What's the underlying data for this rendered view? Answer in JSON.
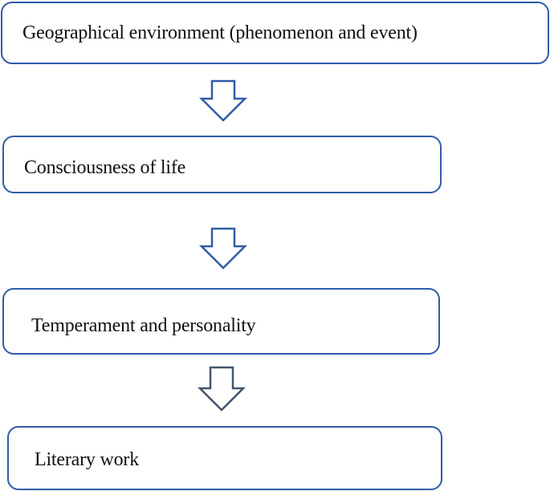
{
  "diagram": {
    "type": "flowchart",
    "direction": "top-to-bottom",
    "colors": {
      "box_border": "#2f5ca8",
      "arrow_blue": "#2f5ca8",
      "arrow_gray": "#44546a",
      "text": "#111111",
      "background": "#ffffff"
    },
    "nodes": [
      {
        "id": "n1",
        "label": "Geographical environment (phenomenon and event)"
      },
      {
        "id": "n2",
        "label": "Consciousness of life"
      },
      {
        "id": "n3",
        "label": "Temperament and personality"
      },
      {
        "id": "n4",
        "label": "Literary work"
      }
    ],
    "edges": [
      {
        "from": "n1",
        "to": "n2",
        "icon": "down-arrow-icon",
        "color": "#2f5ca8"
      },
      {
        "from": "n2",
        "to": "n3",
        "icon": "down-arrow-icon",
        "color": "#2f5ca8"
      },
      {
        "from": "n3",
        "to": "n4",
        "icon": "down-arrow-icon",
        "color": "#44546a"
      }
    ]
  }
}
